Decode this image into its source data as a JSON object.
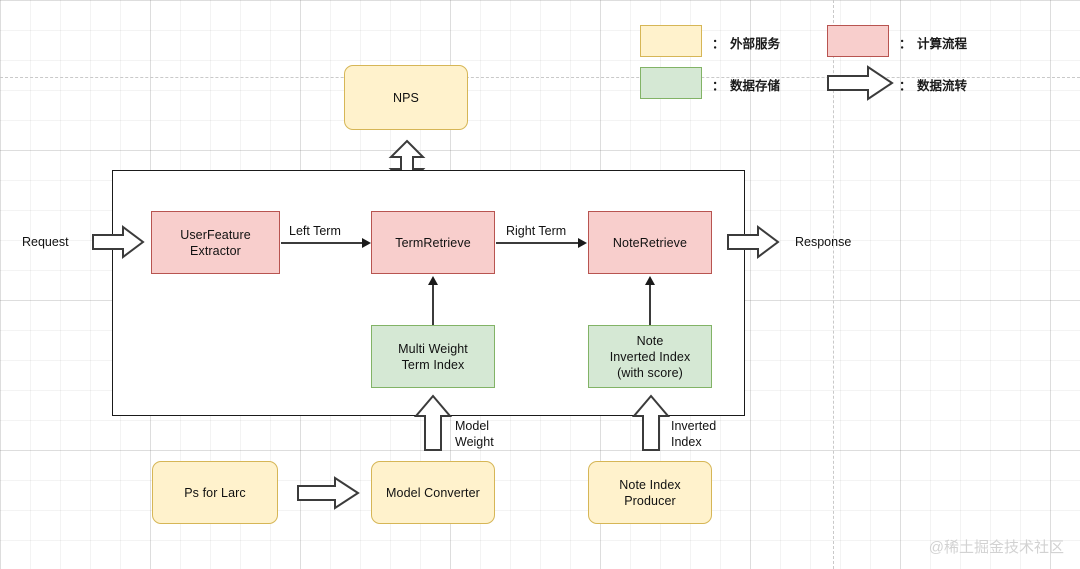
{
  "diagram": {
    "title": "Retrieval architecture flow diagram",
    "colors": {
      "compute_fill": "#f8cecc",
      "compute_stroke": "#b85450",
      "storage_fill": "#d5e8d4",
      "storage_stroke": "#82b366",
      "service_fill": "#fff2cc",
      "service_stroke": "#d6b656",
      "line": "#1a1a1a",
      "background": "#ffffff"
    },
    "legend": [
      {
        "key": "service",
        "colon": "：",
        "label": "外部服务",
        "type": "swatch"
      },
      {
        "key": "compute",
        "colon": "：",
        "label": "计算流程",
        "type": "swatch"
      },
      {
        "key": "storage",
        "colon": "：",
        "label": "数据存储",
        "type": "swatch"
      },
      {
        "key": "dataflow",
        "colon": "：",
        "label": "数据流转",
        "type": "arrow"
      }
    ],
    "nodes": [
      {
        "id": "nps",
        "label": "NPS",
        "kind": "service"
      },
      {
        "id": "user-feature-extractor",
        "label": "UserFeature\nExtractor",
        "line1": "UserFeature",
        "line2": "Extractor",
        "kind": "compute"
      },
      {
        "id": "term-retrieve",
        "label": "TermRetrieve",
        "kind": "compute"
      },
      {
        "id": "note-retrieve",
        "label": "NoteRetrieve",
        "kind": "compute"
      },
      {
        "id": "multi-weight-term-index",
        "line1": "Multi Weight",
        "line2": "Term Index",
        "kind": "storage"
      },
      {
        "id": "note-inverted-index",
        "line1": "Note",
        "line2": "Inverted Index",
        "line3": "(with score)",
        "kind": "storage"
      },
      {
        "id": "ps-for-larc",
        "label": "Ps for Larc",
        "kind": "service"
      },
      {
        "id": "model-converter",
        "label": "Model Converter",
        "kind": "service"
      },
      {
        "id": "note-index-producer",
        "line1": "Note Index",
        "line2": "Producer",
        "kind": "service"
      }
    ],
    "edge_labels": {
      "left_term": "Left Term",
      "right_term": "Right Term",
      "request": "Request",
      "response": "Response",
      "model_weight_l1": "Model",
      "model_weight_l2": "Weight",
      "inverted_index_l1": "Inverted",
      "inverted_index_l2": "Index"
    },
    "watermark": "@稀土掘金技术社区"
  }
}
